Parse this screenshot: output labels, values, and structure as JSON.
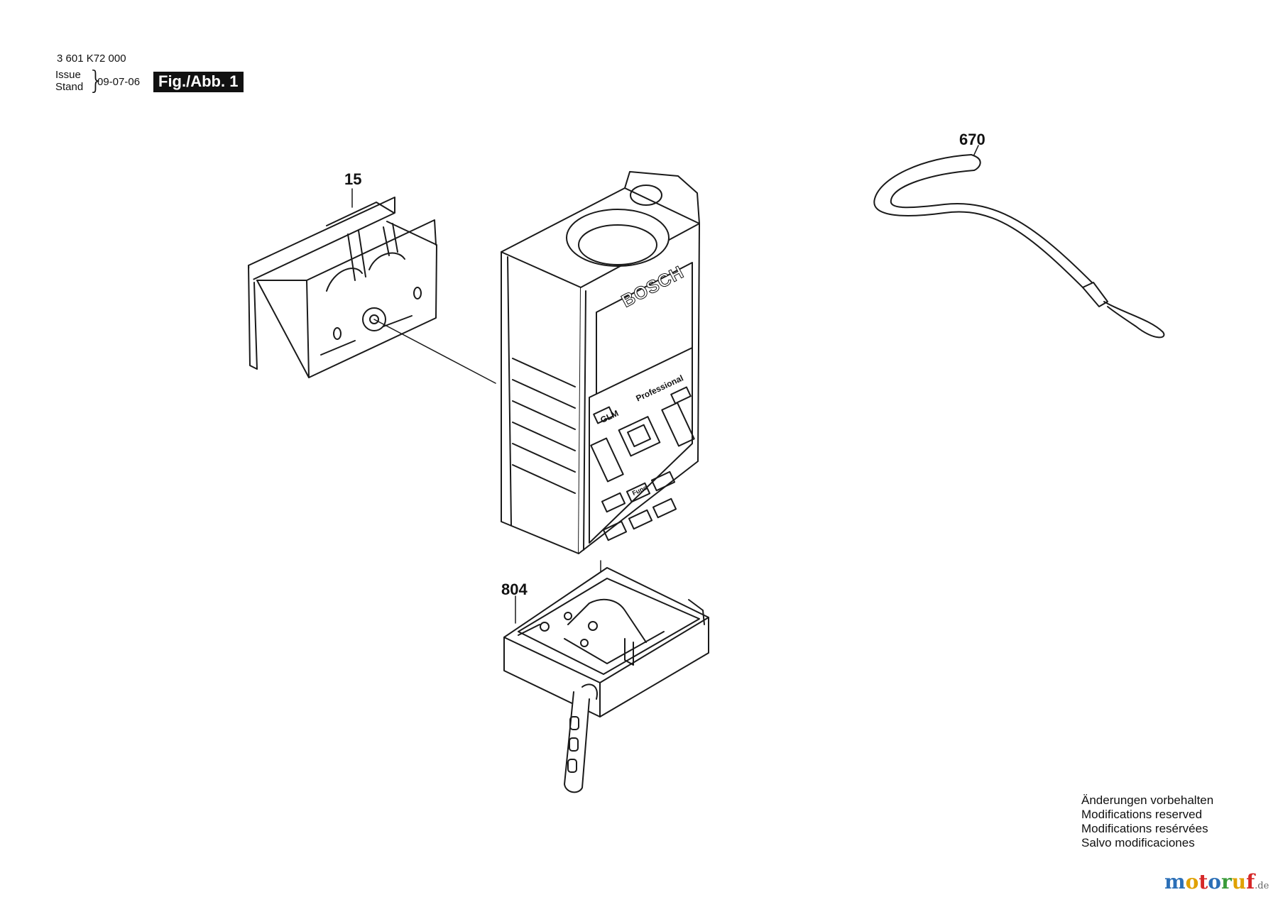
{
  "header": {
    "part_number": "3 601 K72 000",
    "issue_label": "Issue",
    "stand_label": "Stand",
    "brace": "}",
    "date": "09-07-06",
    "figure_label": "Fig./Abb. 1"
  },
  "callouts": {
    "battery_cover": "15",
    "wrist_strap": "670",
    "end_piece": "804"
  },
  "device": {
    "brand": "BOSCH",
    "model": "GLM",
    "series": "Professional",
    "func_key": "Func"
  },
  "notes": [
    "Änderungen vorbehalten",
    "Modifications reserved",
    "Modifications resérvées",
    "Salvo modificaciones"
  ],
  "watermark": {
    "name": "motoruf",
    "tld": ".de",
    "letter_colors": [
      "#2b6fb7",
      "#e0a100",
      "#d62828",
      "#2b6fb7",
      "#3a9b3a",
      "#e0a100",
      "#d62828"
    ]
  },
  "colors": {
    "line": "#1a1a1a",
    "badge_bg": "#111111",
    "badge_text": "#ffffff"
  }
}
